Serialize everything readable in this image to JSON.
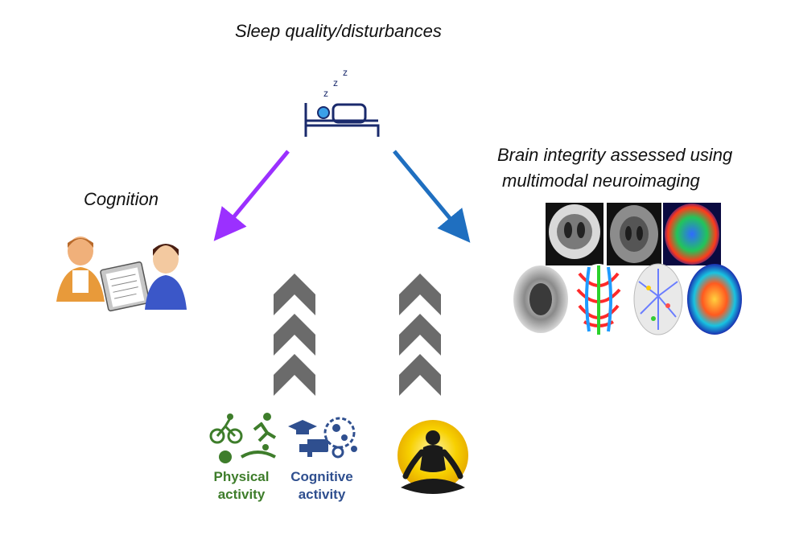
{
  "labels": {
    "sleep": "Sleep quality/disturbances",
    "cognition": "Cognition",
    "brain_line1": "Brain integrity assessed using",
    "brain_line2": "multimodal neuroimaging",
    "physical_line1": "Physical",
    "physical_line2": "activity",
    "cognitive_line1": "Cognitive",
    "cognitive_line2": "activity"
  },
  "icons": {
    "sleep": "sleeping-person-in-bed-icon",
    "cognition": "clinician-interview-icon",
    "brain_scans": "neuroimaging-brain-scans",
    "physical": "sports-icons",
    "cognitive": "education-and-brain-gears-icons",
    "meditation": "meditation-icon"
  },
  "colors": {
    "arrow_left": "#9b30ff",
    "arrow_right": "#1f6fc0",
    "chevrons": "#6b6b6b",
    "physical": "#3e7d2b",
    "cognitive": "#2f4f8f",
    "sleep_icon": "#1a2a6c",
    "sun": "#f5c400"
  }
}
